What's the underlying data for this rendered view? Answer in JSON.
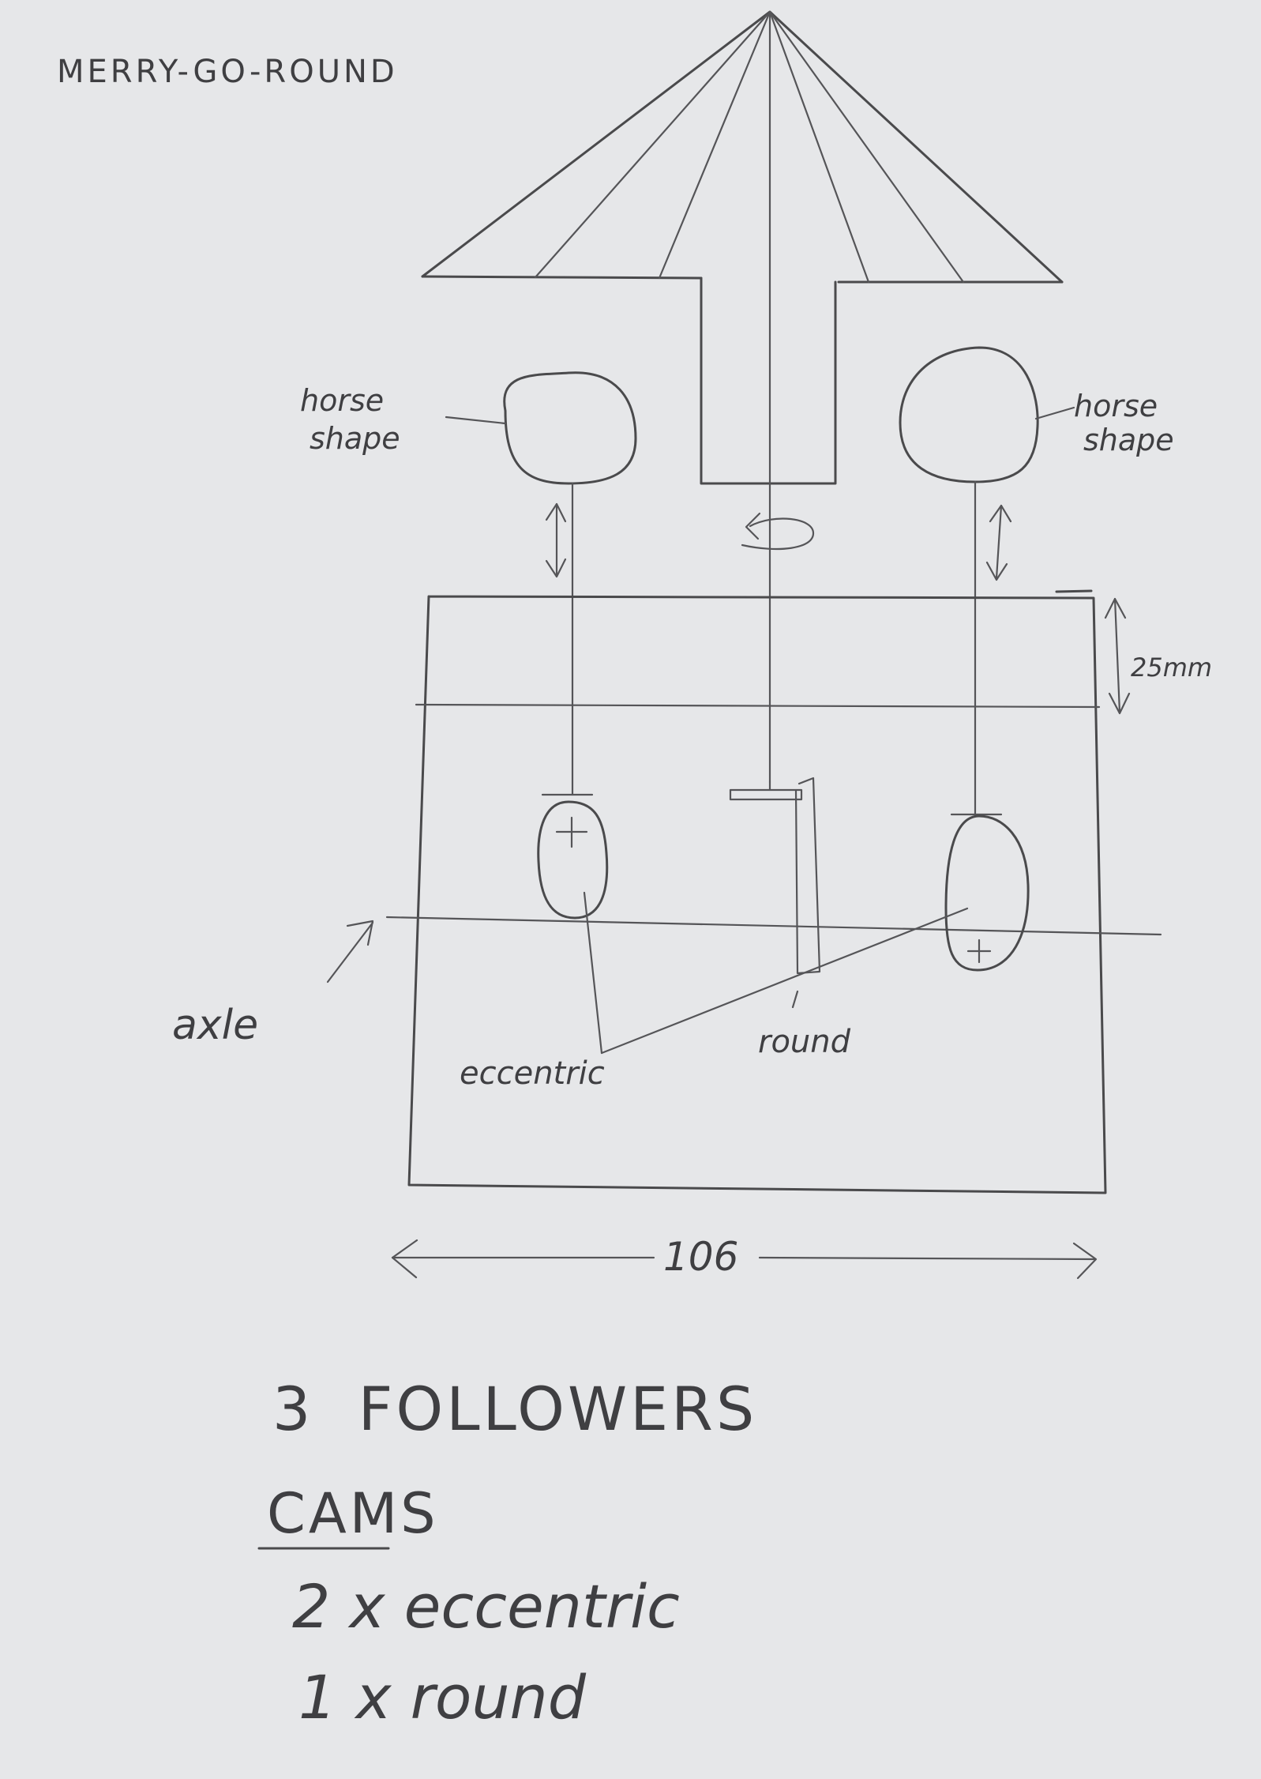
{
  "sheet": {
    "title": "MERRY-GO-ROUND",
    "labels": {
      "horse_left": [
        "horse",
        "shape"
      ],
      "horse_right": [
        "horse",
        "shape"
      ],
      "height_dim": "25mm",
      "axle": "axle",
      "eccentric": "eccentric",
      "round": "round",
      "width_dim": "106"
    },
    "notes": {
      "followers": "3  FOLLOWERS",
      "cams_heading": "CAMS",
      "cam_lines": [
        "2 x eccentric",
        "1 x round"
      ]
    },
    "colors": {
      "paper": "#e6e7e9",
      "pencil": "#4a4a4c"
    }
  }
}
